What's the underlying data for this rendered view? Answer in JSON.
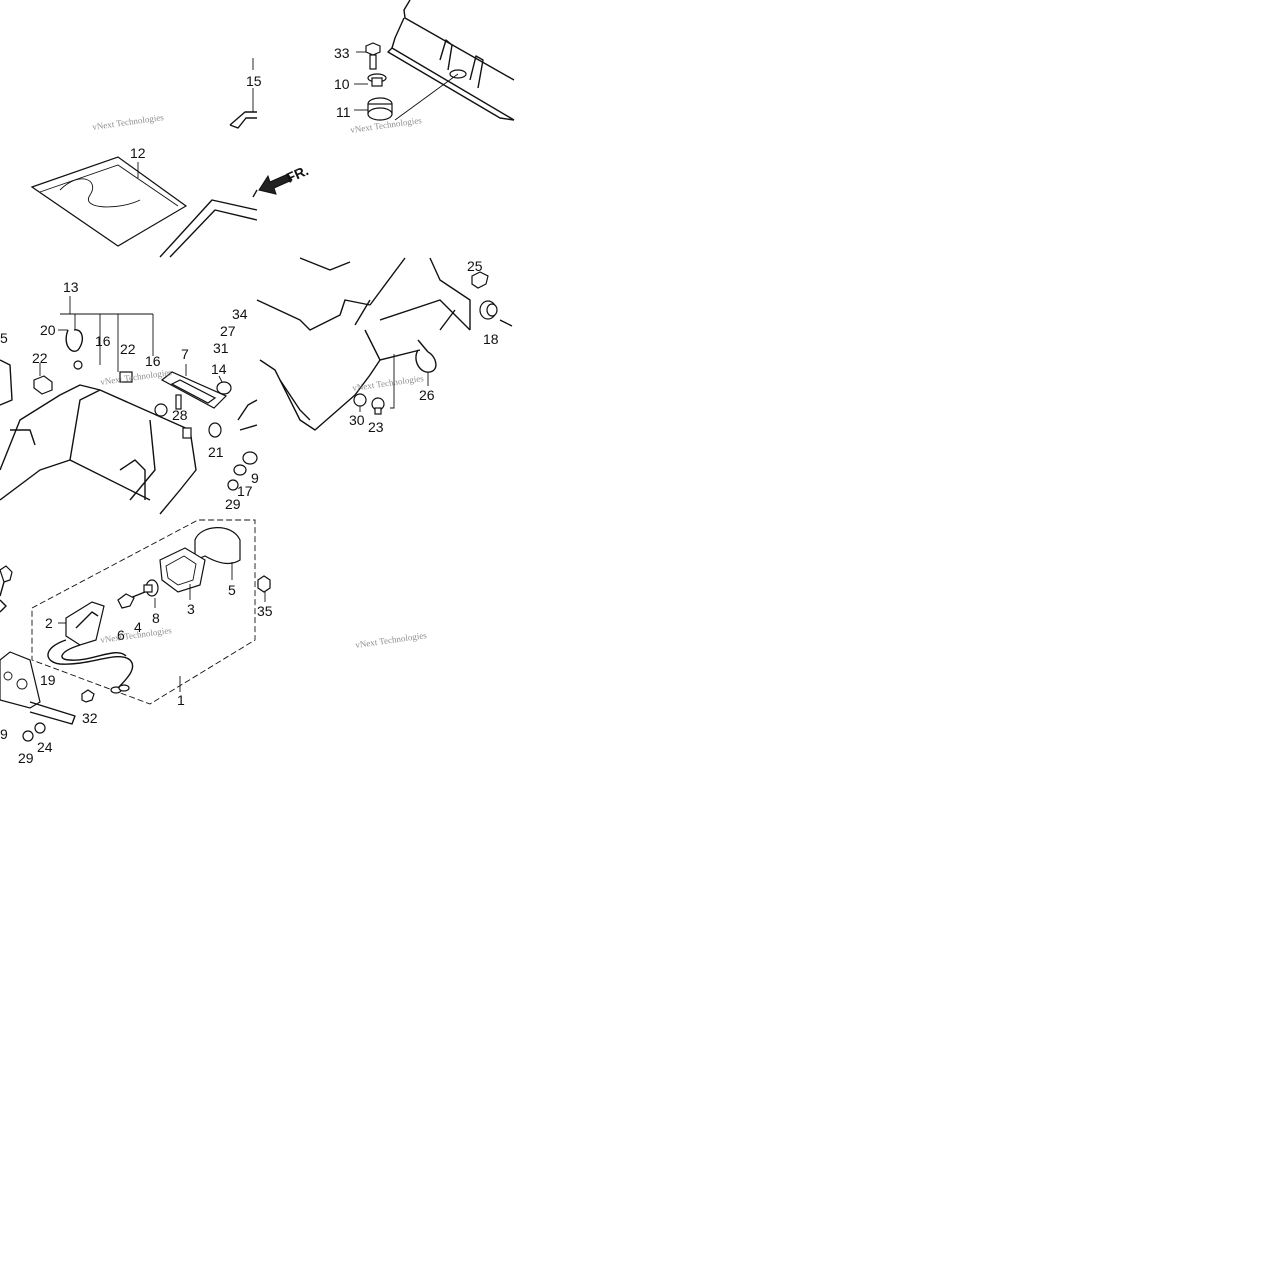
{
  "figure": {
    "direction_label": "FR.",
    "watermark": "vNext Technologies"
  },
  "labels": {
    "p1": "1",
    "p2": "2",
    "p3": "3",
    "p4": "4",
    "p5": "5",
    "p5b": "5",
    "p6": "6",
    "p7": "7",
    "p8": "8",
    "p9": "9",
    "p9b": "9",
    "p10": "10",
    "p11": "11",
    "p12": "12",
    "p13": "13",
    "p14": "14",
    "p15": "15",
    "p16a": "16",
    "p16b": "16",
    "p17": "17",
    "p18": "18",
    "p19": "19",
    "p20": "20",
    "p21": "21",
    "p22a": "22",
    "p22b": "22",
    "p23": "23",
    "p24": "24",
    "p25": "25",
    "p26": "26",
    "p27": "27",
    "p28": "28",
    "p29a": "29",
    "p29b": "29",
    "p30": "30",
    "p31": "31",
    "p32": "32",
    "p33": "33",
    "p34": "34",
    "p35": "35"
  }
}
